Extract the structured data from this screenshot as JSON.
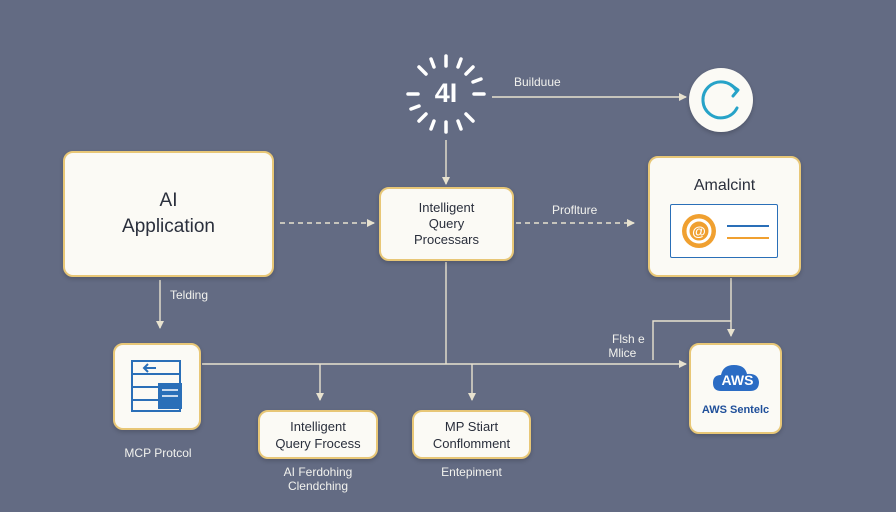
{
  "nodes": {
    "ai_logo": "4I",
    "ai_application": [
      "AI",
      "Application"
    ],
    "iqp_top": [
      "Intelligent",
      "Query",
      "Processars"
    ],
    "amalcint": "Amalcint",
    "mcp_protocol": "MCP Protcol",
    "iqp_bottom": [
      "Intelligent",
      "Query Frocess"
    ],
    "mp_start": [
      "MP Stiart",
      "Conflomment"
    ],
    "aws_logo": "AWS",
    "aws_name": "AWS Sentelc"
  },
  "labels": {
    "builduue": "Builduue",
    "proflture": "Proflture",
    "telding": "Telding",
    "flishe_mlice": [
      "Flsh e",
      "Mlice"
    ],
    "ai_ferdohing": [
      "AI Ferdohing",
      "Clendching"
    ],
    "entepiment": "Entepiment"
  },
  "colors": {
    "background": "#636b83",
    "box_fill": "#fbfaf5",
    "box_border": "#e8c777",
    "connector": "#e8e2cf",
    "sync_ring": "#27a3c8",
    "orange_badge": "#f0a030",
    "mcp_blue": "#2a6fb8",
    "aws_blue": "#2b6cc4"
  },
  "icons": [
    "sunburst-icon",
    "sync-icon",
    "email-badge-icon",
    "document-stack-icon",
    "aws-cloud-icon"
  ]
}
